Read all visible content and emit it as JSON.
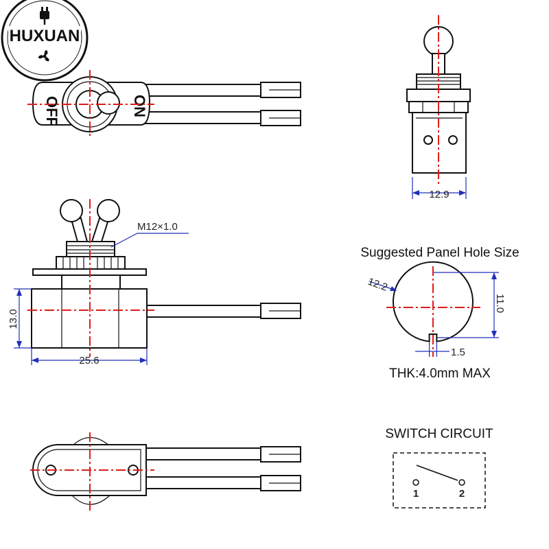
{
  "brand": {
    "name": "HUXUAN",
    "colors": {
      "ink": "#111111",
      "centerline": "#e01b1b",
      "dimension": "#1f2fb8"
    }
  },
  "views": {
    "top": {
      "off_label": "OFF",
      "on_label": "ON"
    },
    "side": {
      "width_label": "12.9"
    },
    "front": {
      "thread_label": "M12×1.0",
      "height_label": "13.0",
      "length_label": "25.6"
    }
  },
  "panel_hole": {
    "title": "Suggested Panel Hole Size",
    "diameter_label": "12.2",
    "flat_label": "11.0",
    "key_width_label": "1.5",
    "thickness_note": "THK:4.0mm MAX"
  },
  "circuit": {
    "title": "SWITCH  CIRCUIT",
    "terminal_1": "1",
    "terminal_2": "2"
  },
  "icons": [
    "logo-badge",
    "plug-icon",
    "fan-icon",
    "switch-symbol-icon"
  ]
}
